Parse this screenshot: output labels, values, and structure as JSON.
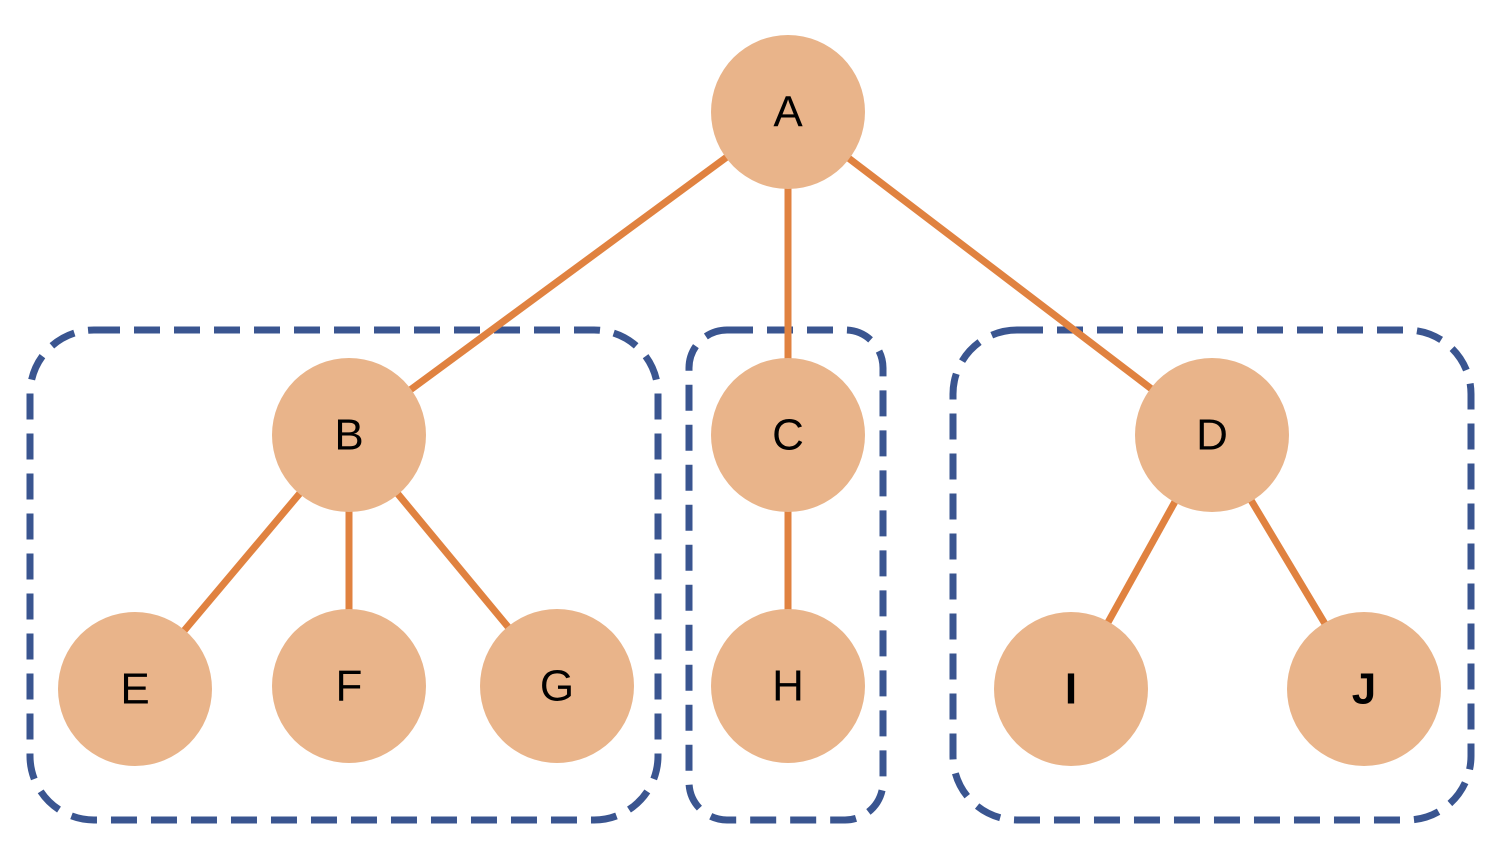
{
  "colors": {
    "node_fill": "#E9B48A",
    "edge": "#E08240",
    "group_border": "#3A5590",
    "label": "#000000"
  },
  "nodes": [
    {
      "id": "A",
      "label": "A"
    },
    {
      "id": "B",
      "label": "B"
    },
    {
      "id": "C",
      "label": "C"
    },
    {
      "id": "D",
      "label": "D"
    },
    {
      "id": "E",
      "label": "E"
    },
    {
      "id": "F",
      "label": "F"
    },
    {
      "id": "G",
      "label": "G"
    },
    {
      "id": "H",
      "label": "H"
    },
    {
      "id": "I",
      "label": "I"
    },
    {
      "id": "J",
      "label": "J"
    }
  ],
  "edges": [
    {
      "from": "A",
      "to": "B"
    },
    {
      "from": "A",
      "to": "C"
    },
    {
      "from": "A",
      "to": "D"
    },
    {
      "from": "B",
      "to": "E"
    },
    {
      "from": "B",
      "to": "F"
    },
    {
      "from": "B",
      "to": "G"
    },
    {
      "from": "C",
      "to": "H"
    },
    {
      "from": "D",
      "to": "I"
    },
    {
      "from": "D",
      "to": "J"
    }
  ],
  "groups": [
    {
      "id": "subtree-b",
      "members": [
        "B",
        "E",
        "F",
        "G"
      ]
    },
    {
      "id": "subtree-c",
      "members": [
        "C",
        "H"
      ]
    },
    {
      "id": "subtree-d",
      "members": [
        "D",
        "I",
        "J"
      ]
    }
  ]
}
